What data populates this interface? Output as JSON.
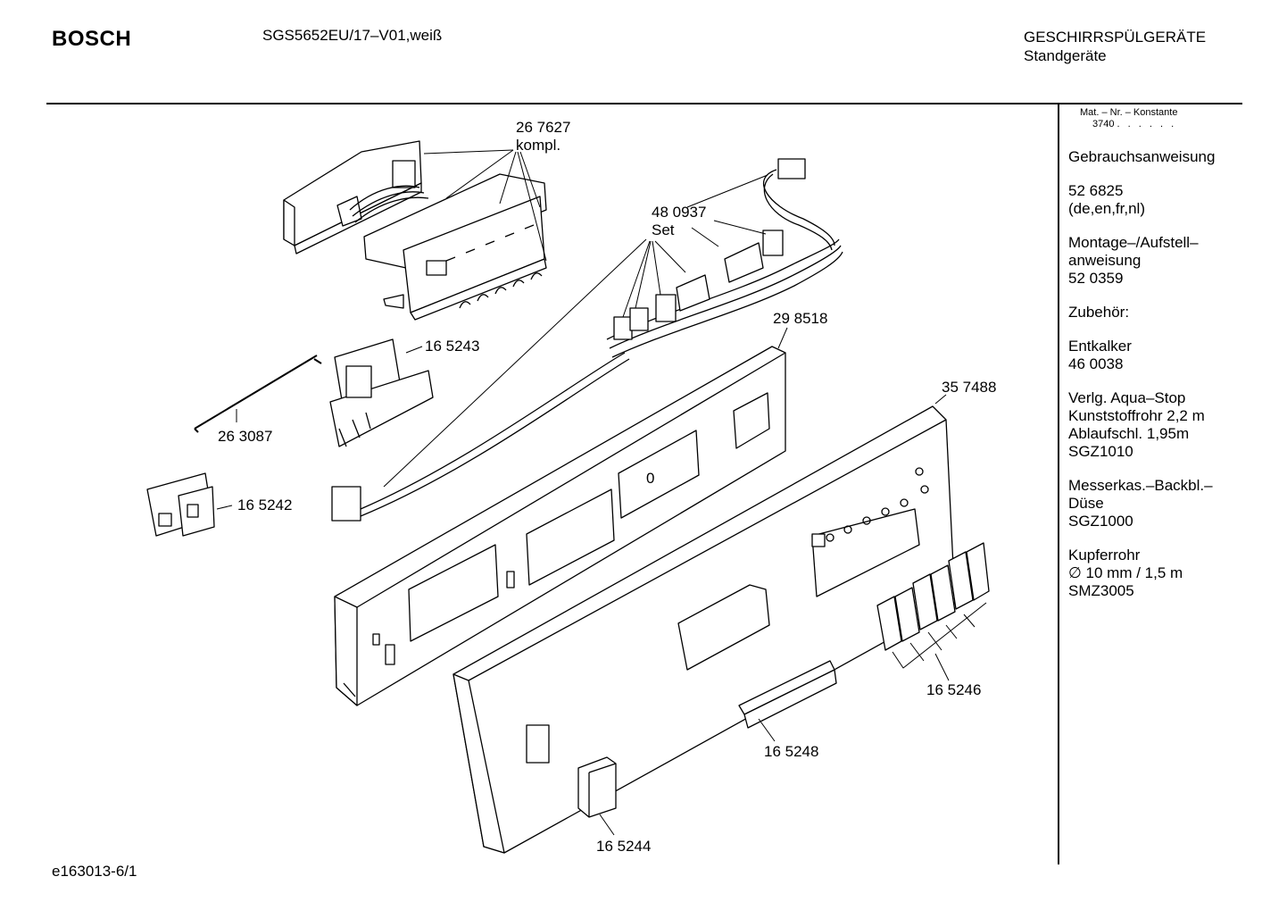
{
  "header": {
    "brand": "BOSCH",
    "model": "SGS5652EU/17–V01,weiß",
    "category_line1": "GESCHIRRSPÜLGERÄTE",
    "category_line2": "Standgeräte"
  },
  "footer": {
    "code": "e163013-6/1"
  },
  "sidebar": {
    "mat_label": "Mat. – Nr. – Konstante",
    "mat_value": "3740",
    "mat_dots": ". . . . . .",
    "blocks": [
      {
        "lines": [
          "Gebrauchsanweisung"
        ]
      },
      {
        "lines": [
          "52 6825",
          "(de,en,fr,nl)"
        ]
      },
      {
        "lines": [
          "Montage–/Aufstell–",
          "anweisung",
          "52 0359"
        ]
      },
      {
        "lines": [
          "Zubehör:"
        ]
      },
      {
        "lines": [
          "Entkalker",
          "46 0038"
        ]
      },
      {
        "lines": [
          "Verlg. Aqua–Stop",
          "Kunststoffrohr 2,2 m",
          "Ablaufschl. 1,95m",
          "SGZ1010"
        ]
      },
      {
        "lines": [
          "Messerkas.–Backbl.–",
          "Düse",
          "SGZ1000"
        ]
      },
      {
        "lines": [
          "Kupferrohr",
          "∅ 10 mm / 1,5 m",
          "SMZ3005"
        ]
      }
    ]
  },
  "parts": [
    {
      "number": "26 7627",
      "extra": "kompl."
    },
    {
      "number": "48 0937",
      "extra": "Set"
    },
    {
      "number": "29 8518"
    },
    {
      "number": "16 5243"
    },
    {
      "number": "26 3087"
    },
    {
      "number": "16 5242"
    },
    {
      "number": "35 7488"
    },
    {
      "number": "16 5246"
    },
    {
      "number": "16 5248"
    },
    {
      "number": "16 5244"
    }
  ],
  "diagram_marks": {
    "display_zero": "0"
  }
}
